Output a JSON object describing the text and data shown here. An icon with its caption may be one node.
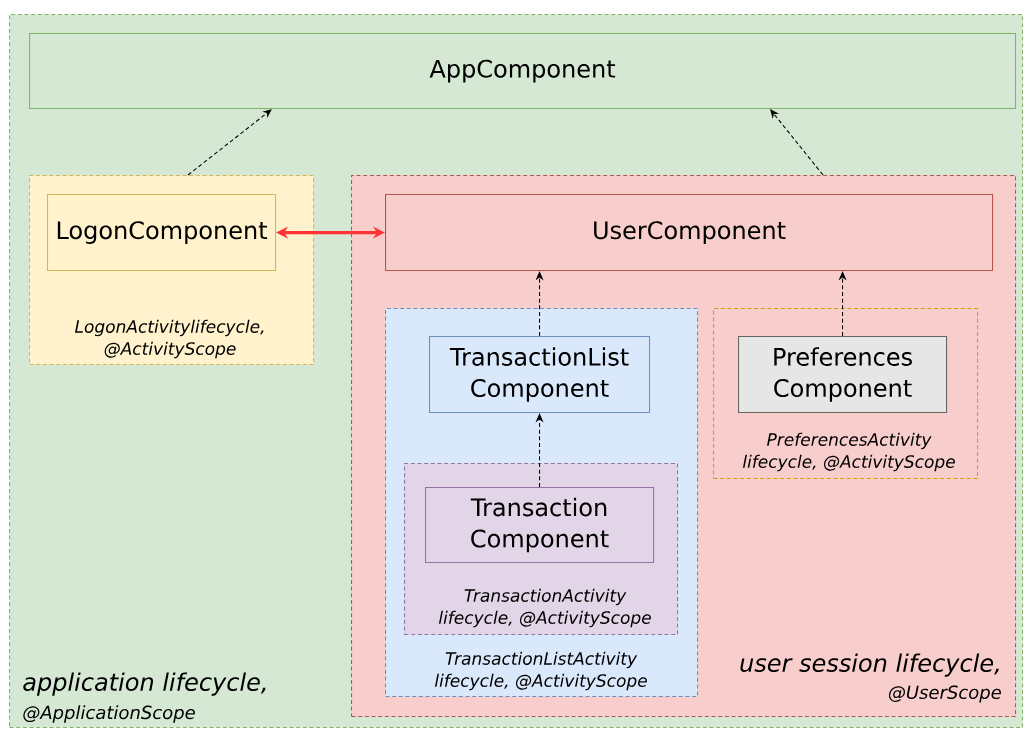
{
  "diagram": {
    "nodes": [
      {
        "text": [
          "application lifecycle,",
          "@ApplicationScope"
        ]
      },
      {
        "text": [
          "AppComponent"
        ],
        "in": 0
      },
      {
        "text": [
          "LogonActivitylifecycle, @ActivityScope"
        ],
        "in": 0
      },
      {
        "text": [
          "LogonComponent"
        ],
        "in": 2
      },
      {
        "text": [
          "user session lifecycle,",
          "@UserScope"
        ],
        "in": 0
      },
      {
        "text": [
          "UserComponent"
        ],
        "in": 4
      },
      {
        "text": [
          "TransactionListActivity lifecycle, @ActivityScope"
        ],
        "in": 4
      },
      {
        "text": [
          "TransactionList Component"
        ],
        "in": 6
      },
      {
        "text": [
          "TransactionActivity lifecycle, @ActivityScope"
        ],
        "in": 6
      },
      {
        "text": [
          "Transaction Component"
        ],
        "in": 8
      },
      {
        "text": [
          "PreferencesActivity lifecycle, @ActivityScope"
        ],
        "in": 4
      },
      {
        "text": [
          "Preferences Component"
        ],
        "in": 10
      }
    ],
    "edges": [
      {
        "from": 2,
        "to": 1,
        "arrow": "to",
        "style": "dashed"
      },
      {
        "from": 4,
        "to": 1,
        "arrow": "to",
        "style": "dashed"
      },
      {
        "from": 3,
        "to": 5,
        "arrow": "both",
        "style": "thick",
        "color": "#ff3333"
      },
      {
        "from": 7,
        "to": 5,
        "arrow": "to",
        "style": "dashed"
      },
      {
        "from": 9,
        "to": 7,
        "arrow": "to",
        "style": "dashed"
      },
      {
        "from": 11,
        "to": 5,
        "arrow": "to",
        "style": "dashed"
      }
    ]
  }
}
